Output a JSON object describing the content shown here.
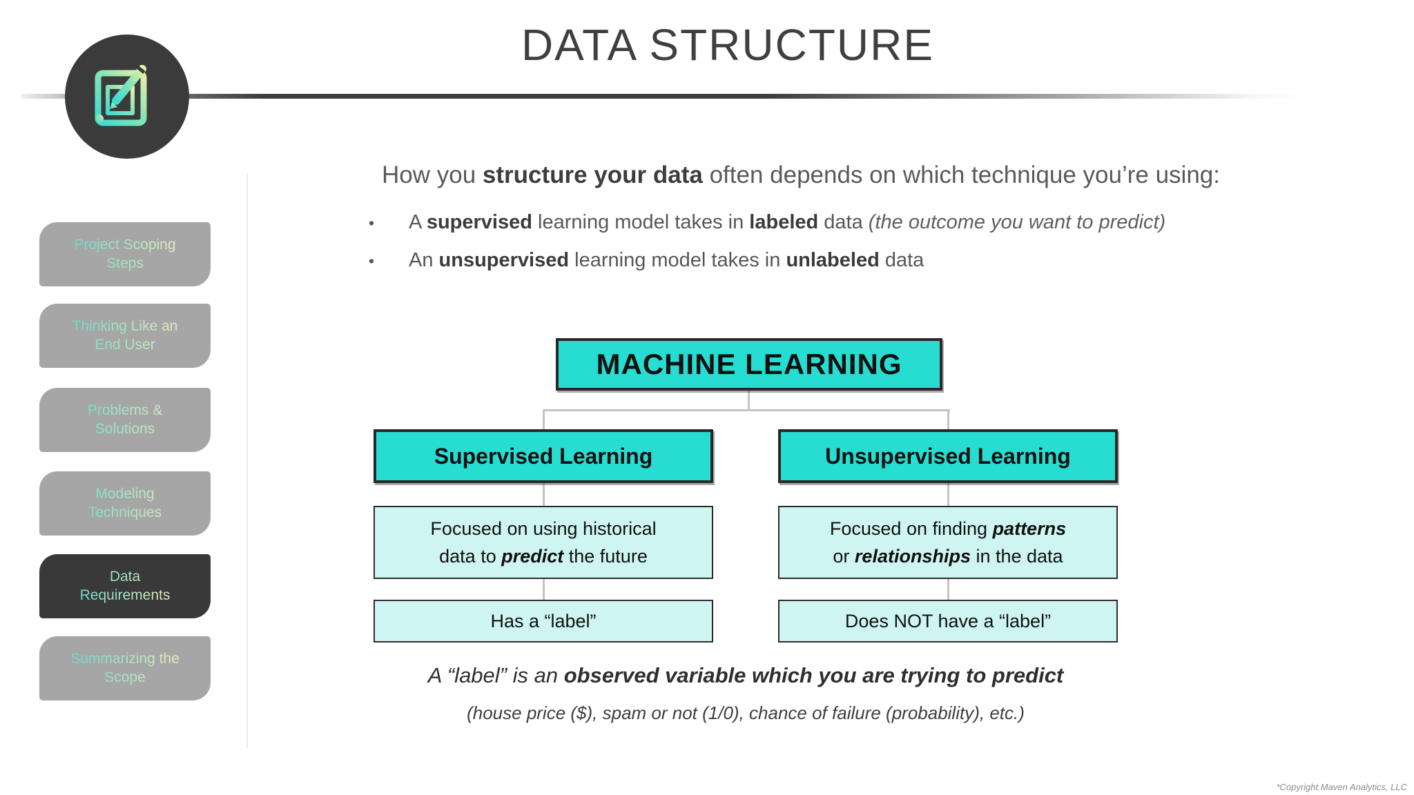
{
  "slide": {
    "title": "DATA STRUCTURE"
  },
  "sidebar": {
    "items": [
      {
        "label": "Project Scoping Steps",
        "active": false
      },
      {
        "label": "Thinking Like an End User",
        "active": false
      },
      {
        "label": "Problems & Solutions",
        "active": false
      },
      {
        "label": "Modeling Techniques",
        "active": false
      },
      {
        "label": "Data Requirements",
        "active": true
      },
      {
        "label": "Summarizing the Scope",
        "active": false
      }
    ]
  },
  "intro": {
    "parts": [
      "How you ",
      "structure your data",
      " often depends on which technique you’re using:"
    ]
  },
  "bullets": [
    {
      "parts": [
        "A ",
        "supervised",
        " learning model takes in ",
        "labeled",
        " data ",
        "(the outcome you want to predict)"
      ]
    },
    {
      "parts": [
        "An ",
        "unsupervised",
        " learning model takes in ",
        "unlabeled",
        " data"
      ]
    }
  ],
  "diagram": {
    "root_label": "MACHINE LEARNING",
    "columns": [
      {
        "header": "Supervised Learning",
        "desc_line1_parts": [
          "Focused on using historical"
        ],
        "desc_line2_parts": [
          "data to ",
          "predict",
          " the future"
        ],
        "label_box": "Has a “label”"
      },
      {
        "header": "Unsupervised Learning",
        "desc_line1_parts": [
          "Focused on finding ",
          "patterns"
        ],
        "desc_line2_parts": [
          "or ",
          "relationships",
          " in the data"
        ],
        "label_box": "Does NOT have a “label”"
      }
    ]
  },
  "caption": {
    "parts": [
      "A “label” is an ",
      "observed variable which you are trying to predict"
    ],
    "example": "(house price ($), spam or not (1/0), chance of failure (probability), etc.)"
  },
  "footer": {
    "copyright": "*Copyright Maven Analytics, LLC"
  },
  "colors": {
    "accent_teal": "#27ddd2",
    "pale_teal": "#cff5f3",
    "sidebar_gray": "#a6a6a6",
    "sidebar_active": "#393939",
    "text_gradient_start": "#5ed9cc",
    "text_gradient_end": "#f0eebb",
    "connector_gray": "#c3c3c3"
  },
  "icons": {
    "logo": "blueprint-pencil-icon"
  }
}
